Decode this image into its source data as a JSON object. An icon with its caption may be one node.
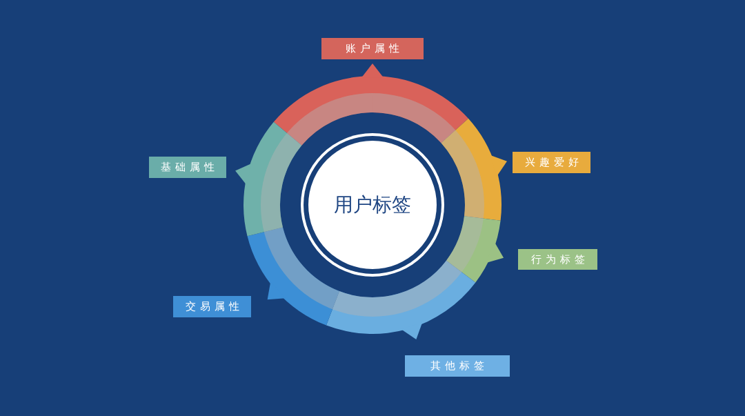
{
  "diagram": {
    "nodes": [
      {
        "text": [
          "账户属性"
        ]
      },
      {
        "text": [
          "兴趣爱好"
        ]
      },
      {
        "text": [
          "基础属性"
        ]
      },
      {
        "text": [
          "用户标签"
        ]
      },
      {
        "text": [
          "行为标签"
        ]
      },
      {
        "text": [
          "交易属性"
        ]
      },
      {
        "text": [
          "其他标签"
        ]
      }
    ]
  }
}
